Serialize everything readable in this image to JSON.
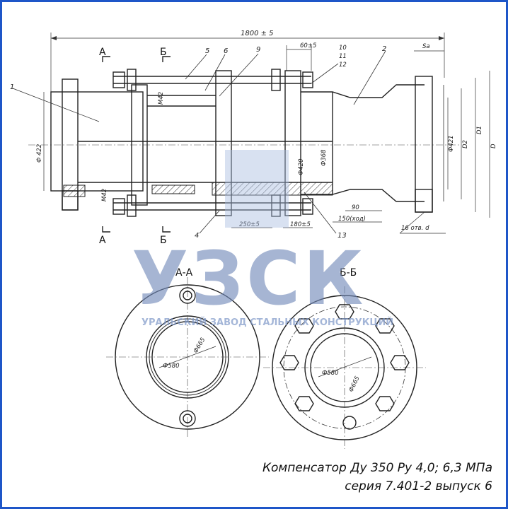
{
  "caption": {
    "line1": "Компенсатор Ду 350 Ру 4,0; 6,3 МПа",
    "line2": "серия 7.401-2 выпуск 6"
  },
  "watermark": {
    "logo_text": "УЗСК",
    "subtitle": "УРАЛЬСКИЙ ЗАВОД СТАЛЬНЫХ КОНСТРУКЦИЙ"
  },
  "section_labels": {
    "aa": "А-А",
    "bb": "Б-Б",
    "a_top": "А",
    "a_bottom": "А",
    "b_top": "Б",
    "b_bottom": "Б"
  },
  "dimensions": {
    "overall_length": "1800 ± 5",
    "d60": "60±5",
    "d250": "250±5",
    "d180": "180±5",
    "d90": "90",
    "d150": "150(ход)",
    "bolts": "16 отв. d",
    "dia422": "Ф 422",
    "dia420": "Ф420",
    "dia368": "Ф368",
    "dia421": "Ф421",
    "d2": "D2",
    "d1": "D1",
    "d": "D",
    "m42_top": "М42",
    "m42_bot": "М42",
    "sa": "Sa",
    "aa_580": "Ф580",
    "aa_665": "Ф665",
    "bb_580": "Ф580",
    "bb_665": "Ф665"
  },
  "positions": {
    "p1": "1",
    "p2": "2",
    "p4": "4",
    "p5": "5",
    "p6": "6",
    "p9": "9",
    "p10": "10",
    "p11": "11",
    "p12": "12",
    "p13": "13"
  }
}
